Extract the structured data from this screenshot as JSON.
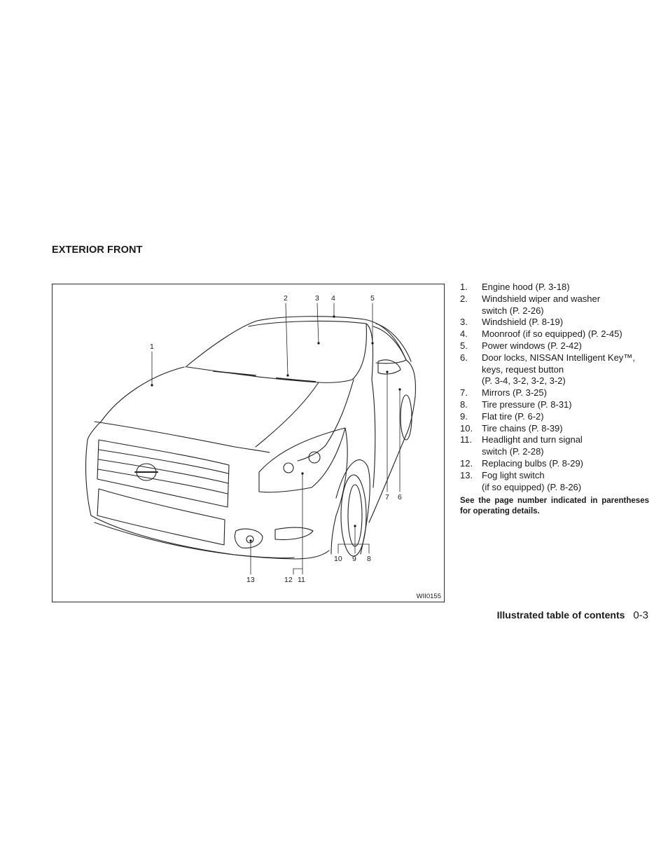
{
  "section_title": "EXTERIOR FRONT",
  "figure": {
    "code": "WII0155",
    "callouts": [
      "1",
      "2",
      "3",
      "4",
      "5",
      "6",
      "7",
      "8",
      "9",
      "10",
      "11",
      "12",
      "13"
    ]
  },
  "items": [
    {
      "num": "1.",
      "text": "Engine hood (P. 3-18)"
    },
    {
      "num": "2.",
      "text": "Windshield wiper and washer",
      "cont": [
        "switch (P. 2-26)"
      ]
    },
    {
      "num": "3.",
      "text": "Windshield (P. 8-19)"
    },
    {
      "num": "4.",
      "text": "Moonroof (if so equipped) (P. 2-45)"
    },
    {
      "num": "5.",
      "text": "Power windows (P. 2-42)"
    },
    {
      "num": "6.",
      "text": "Door locks, NISSAN Intelligent Key™,",
      "cont": [
        "keys, request button",
        "(P. 3-4, 3-2, 3-2, 3-2)"
      ]
    },
    {
      "num": "7.",
      "text": "Mirrors (P. 3-25)"
    },
    {
      "num": "8.",
      "text": "Tire pressure (P. 8-31)"
    },
    {
      "num": "9.",
      "text": "Flat tire (P. 6-2)"
    },
    {
      "num": "10.",
      "text": "Tire chains (P. 8-39)"
    },
    {
      "num": "11.",
      "text": "Headlight and turn signal",
      "cont": [
        "switch (P. 2-28)"
      ]
    },
    {
      "num": "12.",
      "text": "Replacing bulbs (P. 8-29)"
    },
    {
      "num": "13.",
      "text": "Fog light switch",
      "cont": [
        "(if so equipped) (P. 8-26)"
      ]
    }
  ],
  "note": "See the page number indicated in parentheses for operating details.",
  "footer": {
    "title": "Illustrated table of contents",
    "page": "0-3"
  }
}
